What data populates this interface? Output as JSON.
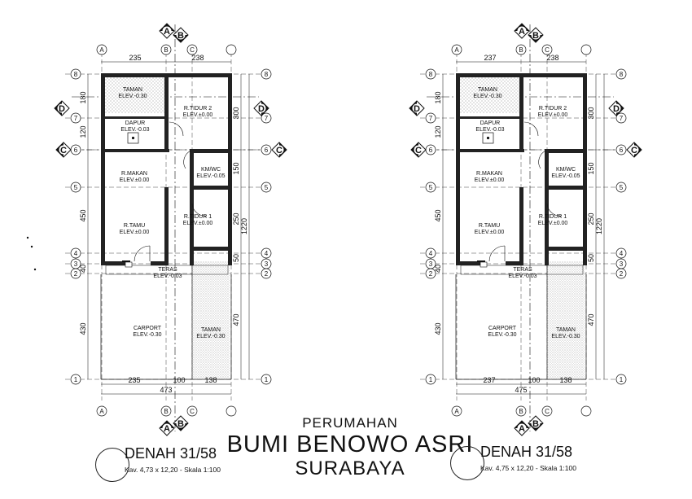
{
  "title": {
    "line1": "PERUMAHAN",
    "line2": "BUMI BENOWO ASRI",
    "line3": "SURABAYA"
  },
  "plans": [
    {
      "heading": "DENAH 31/58",
      "subtitle": "Kav. 4,73 x 12,20 - Skala 1:100",
      "top_dims": [
        "235",
        "238"
      ],
      "bottom_dims": [
        "235",
        "100",
        "138"
      ],
      "bottom_total": "473",
      "left_dims": [
        "180",
        "120",
        "450",
        "40",
        "430"
      ],
      "right_dims": [
        "300",
        "150",
        "250",
        "50",
        "470"
      ],
      "right_total": "1220",
      "rooms": {
        "taman_back": [
          "TAMAN",
          "ELEV.-0.30"
        ],
        "dapur": [
          "DAPUR",
          "ELEV.-0.03"
        ],
        "tidur2": [
          "R.TIDUR 2",
          "ELEV.±0.00"
        ],
        "makan": [
          "R.MAKAN",
          "ELEV.±0.00"
        ],
        "kmwc": [
          "KM/WC",
          "ELEV.-0.05"
        ],
        "tidur1": [
          "R.TIDUR 1",
          "ELEV.±0.00"
        ],
        "tamu": [
          "R.TAMU",
          "ELEV.±0.00"
        ],
        "teras": [
          "TERAS",
          "ELEV.-0.03"
        ],
        "carport": [
          "CARPORT",
          "ELEV.-0.30"
        ],
        "taman_front": [
          "TAMAN",
          "ELEV.-0.30"
        ]
      }
    },
    {
      "heading": "DENAH 31/58",
      "subtitle": "Kav. 4,75 x 12,20 - Skala 1:100",
      "top_dims": [
        "237",
        "238"
      ],
      "bottom_dims": [
        "237",
        "100",
        "138"
      ],
      "bottom_total": "475",
      "left_dims": [
        "180",
        "120",
        "450",
        "40",
        "430"
      ],
      "right_dims": [
        "300",
        "150",
        "250",
        "50",
        "470"
      ],
      "right_total": "1220",
      "rooms": {
        "taman_back": [
          "TAMAN",
          "ELEV.-0.30"
        ],
        "dapur": [
          "DAPUR",
          "ELEV.-0.03"
        ],
        "tidur2": [
          "R.TIDUR 2",
          "ELEV.±0.00"
        ],
        "makan": [
          "R.MAKAN",
          "ELEV.±0.00"
        ],
        "kmwc": [
          "KM/WC",
          "ELEV.-0.05"
        ],
        "tidur1": [
          "R.TIDUR 1",
          "ELEV.±0.00"
        ],
        "tamu": [
          "R.TAMU",
          "ELEV.±0.00"
        ],
        "teras": [
          "TERAS",
          "ELEV.-0.03"
        ],
        "carport": [
          "CARPORT",
          "ELEV.-0.30"
        ],
        "taman_front": [
          "TAMAN",
          "ELEV.-0.30"
        ]
      }
    }
  ],
  "grid_letters": [
    "A",
    "B",
    "C"
  ],
  "grid_numbers": [
    "8",
    "7",
    "6",
    "5",
    "4",
    "3",
    "2",
    "1"
  ],
  "section_marks": [
    "A",
    "B",
    "C",
    "D"
  ]
}
